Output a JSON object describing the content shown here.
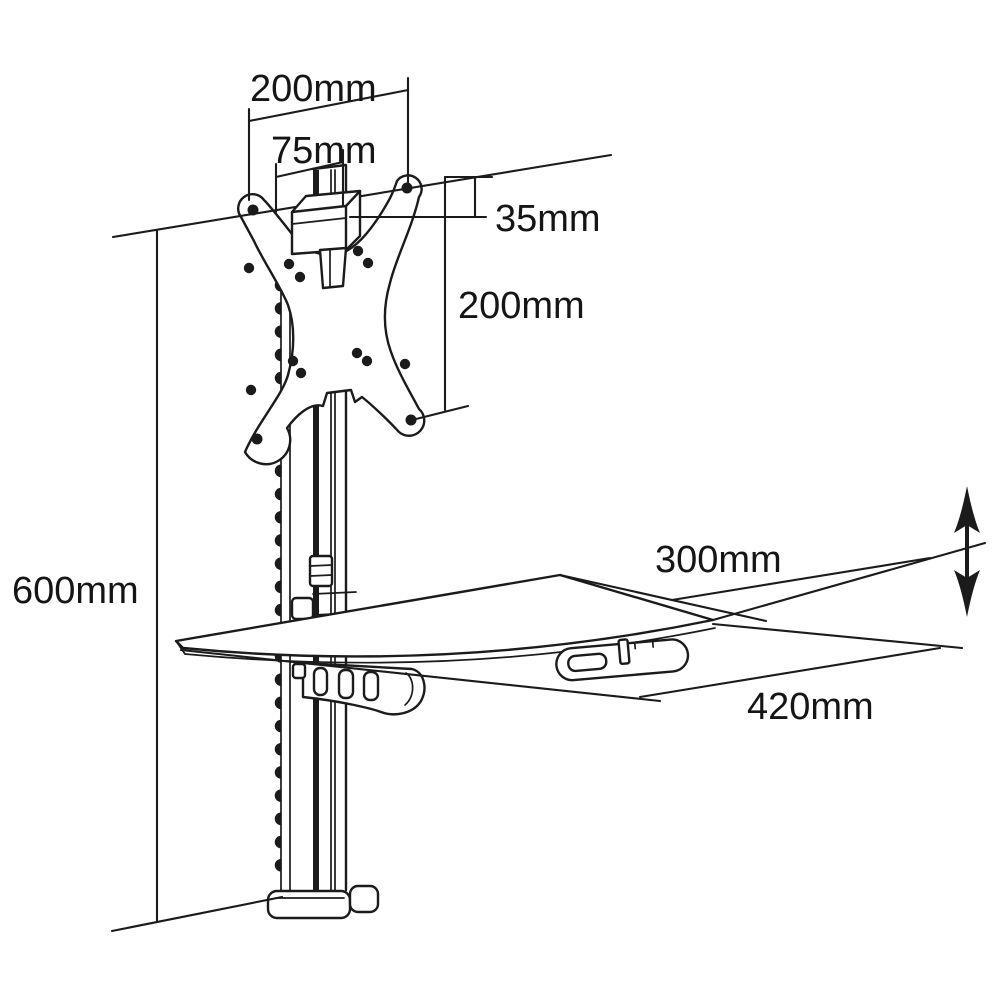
{
  "figure": {
    "type": "technical-drawing",
    "title": "Wall mount bracket with AV shelf - dimensioned line drawing",
    "background_color": "#ffffff",
    "line_color": "#1b1b1b",
    "units": "mm",
    "dimensions": {
      "plate_width": "200mm",
      "hook_width": "75mm",
      "hook_offset": "35mm",
      "plate_height": "200mm",
      "rail_height": "600mm",
      "shelf_depth": "300mm",
      "shelf_width": "420mm"
    },
    "icons": {
      "height_adjust_arrow": "vertical double-headed arrow indicating shelf height adjustment"
    }
  }
}
